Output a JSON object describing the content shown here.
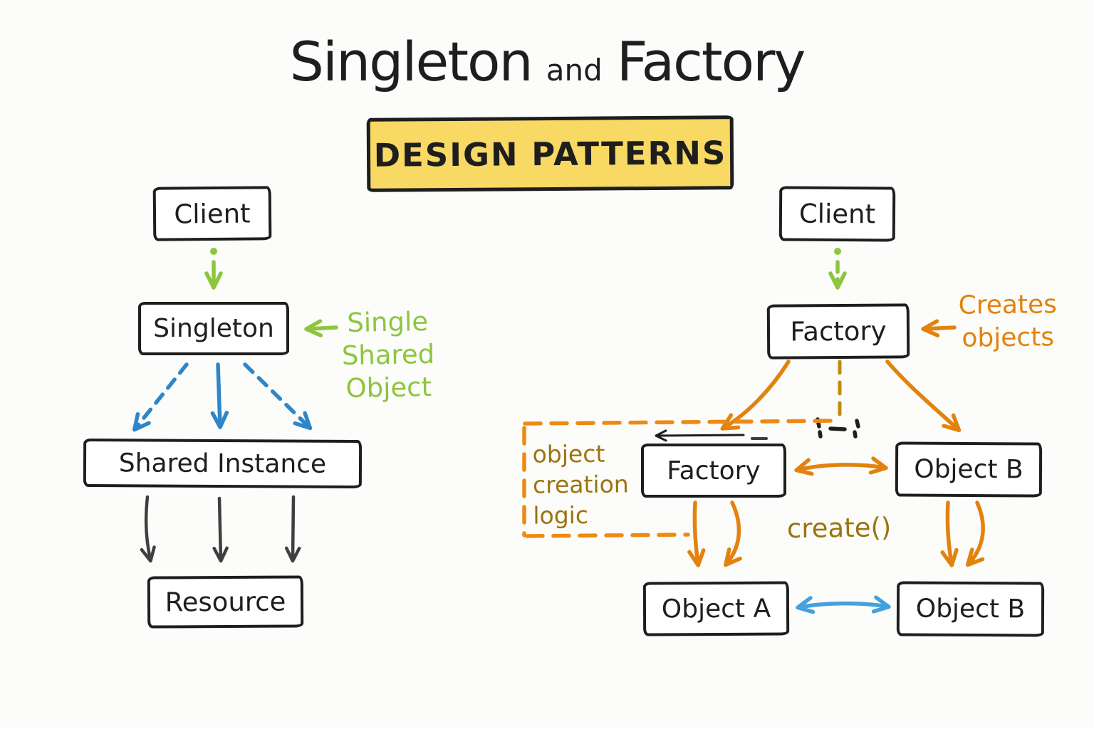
{
  "title": {
    "part1": "Singleton",
    "conjunction": "and",
    "part2": "Factory"
  },
  "badge": "DESIGN PATTERNS",
  "singleton_diagram": {
    "client_label": "Client",
    "singleton_label": "Singleton",
    "shared_instance_label": "Shared Instance",
    "resource_label": "Resource",
    "annotation": {
      "line1": "Single",
      "line2": "Shared",
      "line3": "Object"
    }
  },
  "factory_diagram": {
    "client_label": "Client",
    "factory_label": "Factory",
    "sub_factory_label": "Factory",
    "object_b_top_label": "Object B",
    "object_a_label": "Object A",
    "object_b_bottom_label": "Object B",
    "annotation": {
      "line1": "Creates",
      "line2": "objects"
    },
    "creation_logic_label": {
      "line1": "object",
      "line2": "creation",
      "line3": "logic"
    },
    "method_label": "create()"
  },
  "colors": {
    "background": "#fcfcfa",
    "ink": "#1e1e1e",
    "box_bg": "#ffffff",
    "badge_bg": "#f8d963",
    "green": "#8cc63e",
    "blue": "#2e86c8",
    "bright_blue": "#44a1dd",
    "light_blue": "#abd6f2",
    "dark_gray": "#3f3f3f",
    "orange": "#e2830e",
    "orange_bright": "#ee8a12",
    "gold": "#c18c10",
    "olive": "#9b7410"
  }
}
